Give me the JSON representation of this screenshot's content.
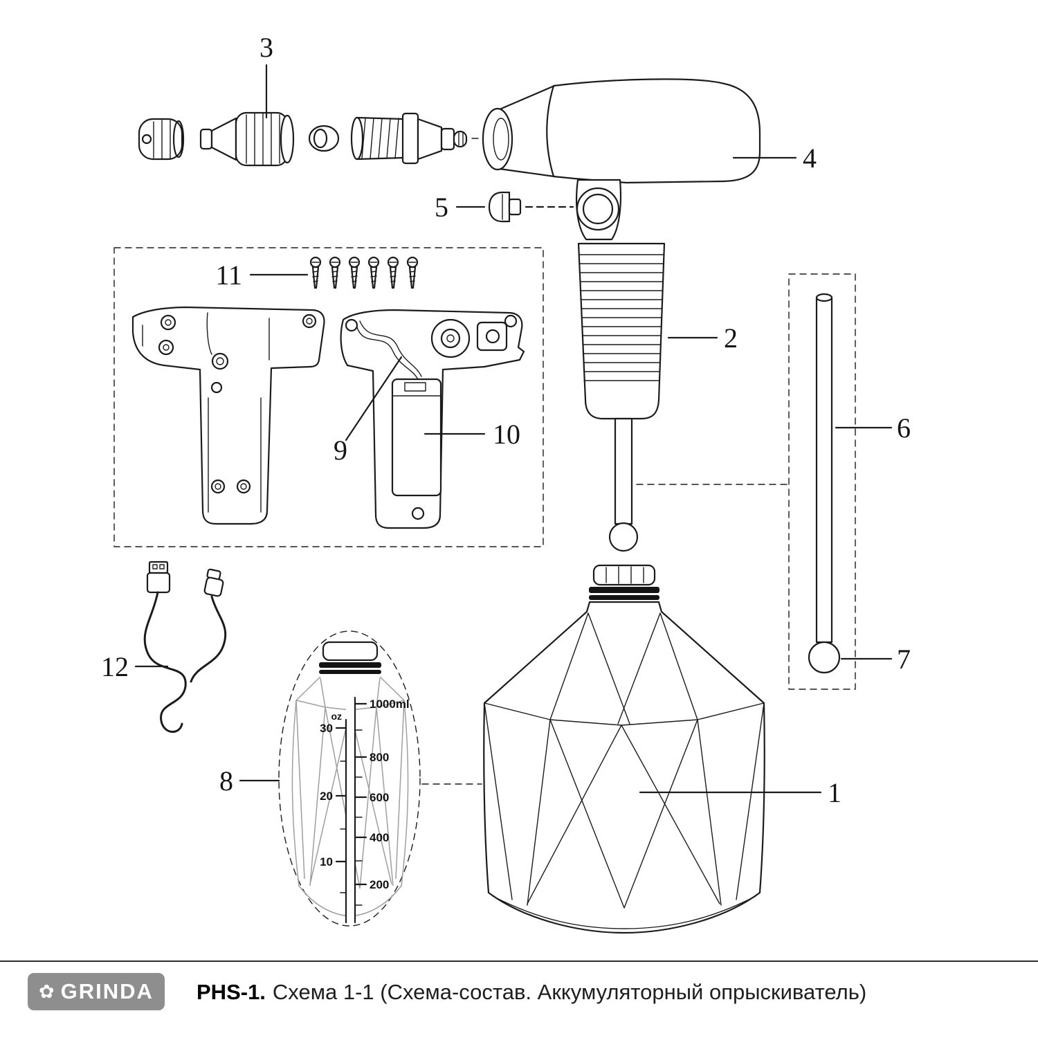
{
  "callouts": {
    "1": "1",
    "2": "2",
    "3": "3",
    "4": "4",
    "5": "5",
    "6": "6",
    "7": "7",
    "8": "8",
    "9": "9",
    "10": "10",
    "11": "11",
    "12": "12"
  },
  "scale": {
    "oz_unit": "oz",
    "oz_ticks": [
      "30",
      "20",
      "10"
    ],
    "ml_ticks": [
      "1000ml",
      "800",
      "600",
      "400",
      "200"
    ]
  },
  "footer": {
    "flower_icon": "✿",
    "brand": "GRINDA",
    "model": "PHS-1.",
    "caption": "Схема 1-1 (Схема-состав. Аккумуляторный опрыскиватель)"
  },
  "colors": {
    "line": "#1b1b1b",
    "badge": "#8e8e8e",
    "badge_text": "#ffffff"
  }
}
